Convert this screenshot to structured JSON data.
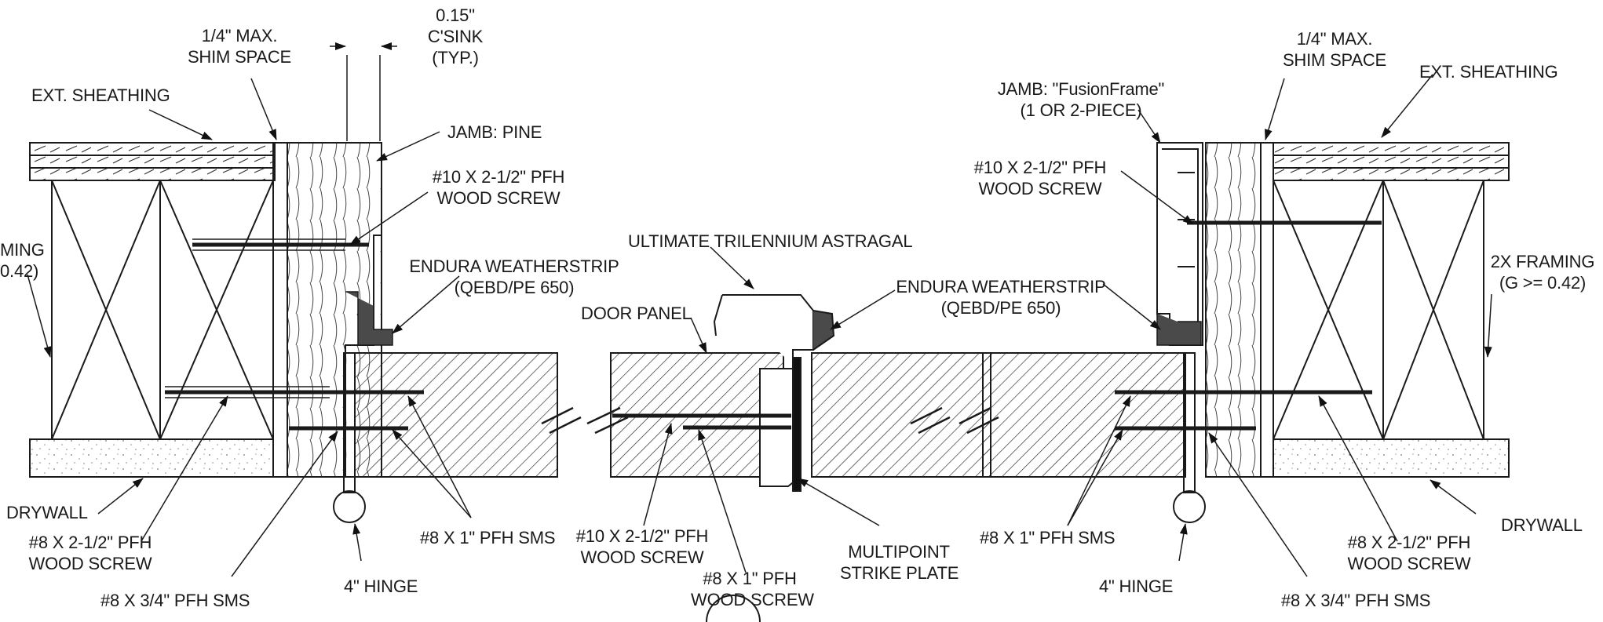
{
  "labels": {
    "csink_dim": "0.15\"",
    "csink_title": "C'SINK",
    "csink_typ": "(TYP.)",
    "shim_left_1": "1/4\" MAX.",
    "shim_left_2": "SHIM SPACE",
    "ext_sheathing_left": "EXT. SHEATHING",
    "jamb_pine": "JAMB: PINE",
    "screw10_left_1": "#10 X 2-1/2\" PFH",
    "screw10_left_2": "WOOD SCREW",
    "framing_left_1": "MING",
    "framing_left_2": "0.42)",
    "endura_left_1": "ENDURA WEATHERSTRIP",
    "endura_left_2": "(QEBD/PE 650)",
    "astragal": "ULTIMATE TRILENNIUM ASTRAGAL",
    "door_panel": "DOOR PANEL",
    "drywall_left": "DRYWALL",
    "screw8_left_1": "#8 X 2-1/2\" PFH",
    "screw8_left_2": "WOOD SCREW",
    "sms34_left": "#8 X 3/4\" PFH SMS",
    "hinge_left": "4\" HINGE",
    "sms1_left": "#8 X 1\" PFH SMS",
    "screw10_center_1": "#10 X 2-1/2\" PFH",
    "screw10_center_2": "WOOD SCREW",
    "screw8x1_1": "#8 X 1\" PFH",
    "screw8x1_2": "WOOD SCREW",
    "strike_1": "MULTIPOINT",
    "strike_2": "STRIKE PLATE",
    "endura_right_1": "ENDURA WEATHERSTRIP",
    "endura_right_2": "(QEBD/PE 650)",
    "jamb_fusion_1": "JAMB: \"FusionFrame\"",
    "jamb_fusion_2": "(1 OR 2-PIECE)",
    "shim_right_1": "1/4\" MAX.",
    "shim_right_2": "SHIM SPACE",
    "ext_sheathing_right": "EXT. SHEATHING",
    "screw10_right_1": "#10 X 2-1/2\" PFH",
    "screw10_right_2": "WOOD SCREW",
    "framing_right_1": "2X FRAMING",
    "framing_right_2": "(G >= 0.42)",
    "sms1_right": "#8 X 1\" PFH SMS",
    "hinge_right": "4\" HINGE",
    "screw8_right_1": "#8 X 2-1/2\" PFH",
    "screw8_right_2": "WOOD SCREW",
    "drywall_right": "DRYWALL",
    "sms34_right": "#8 X 3/4\" PFH SMS"
  },
  "colors": {
    "line": "#1a1a1a",
    "paper": "#ffffff",
    "drywall": "#ececec",
    "weatherstrip": "#4a4a4a"
  }
}
